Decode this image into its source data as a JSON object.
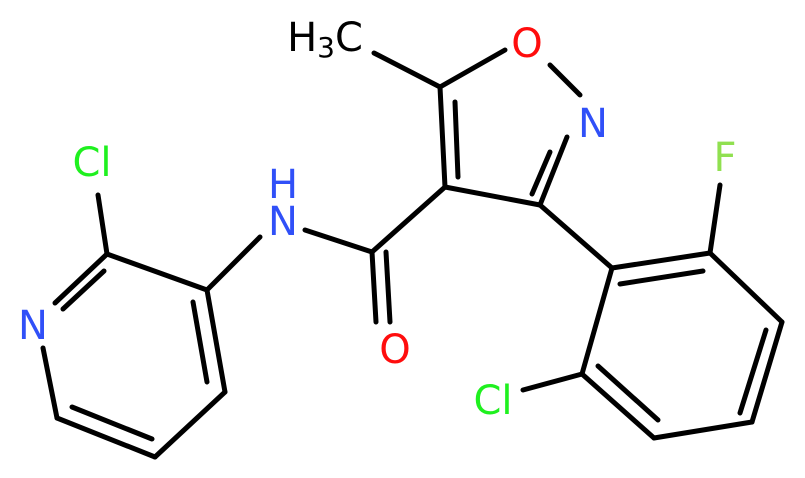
{
  "molecule": {
    "atoms": {
      "methyl": {
        "main": "H",
        "sub": "3",
        "tail": "C"
      },
      "o_ring": "O",
      "n_ring": "N",
      "f": "F",
      "nh": {
        "h": "H",
        "n": "N"
      },
      "o_carbonyl": "O",
      "cl_pyridine": "Cl",
      "n_pyridine": "N",
      "cl_phenyl": "Cl"
    },
    "colors": {
      "bond": "#000000",
      "carbon_text": "#000000",
      "oxygen": "#ff0d0d",
      "nitrogen": "#3050f8",
      "fluorine": "#90e050",
      "chlorine": "#1ff01f"
    }
  }
}
